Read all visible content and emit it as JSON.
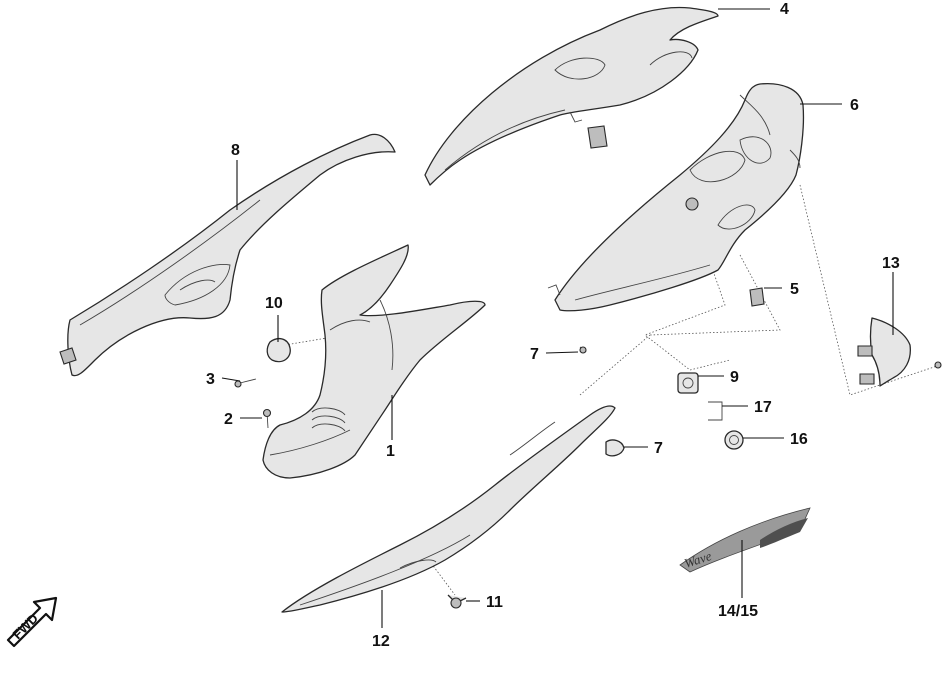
{
  "diagram": {
    "callouts": [
      {
        "id": "c1",
        "label": "1"
      },
      {
        "id": "c2",
        "label": "2"
      },
      {
        "id": "c3",
        "label": "3"
      },
      {
        "id": "c4",
        "label": "4"
      },
      {
        "id": "c5",
        "label": "5"
      },
      {
        "id": "c6",
        "label": "6"
      },
      {
        "id": "c7a",
        "label": "7"
      },
      {
        "id": "c7b",
        "label": "7"
      },
      {
        "id": "c8",
        "label": "8"
      },
      {
        "id": "c9",
        "label": "9"
      },
      {
        "id": "c10",
        "label": "10"
      },
      {
        "id": "c11",
        "label": "11"
      },
      {
        "id": "c12",
        "label": "12"
      },
      {
        "id": "c13",
        "label": "13"
      },
      {
        "id": "c14_15",
        "label": "14/15"
      },
      {
        "id": "c16",
        "label": "16"
      },
      {
        "id": "c17",
        "label": "17"
      }
    ],
    "fwd_label": "FWD",
    "decal_text": "Wave"
  }
}
